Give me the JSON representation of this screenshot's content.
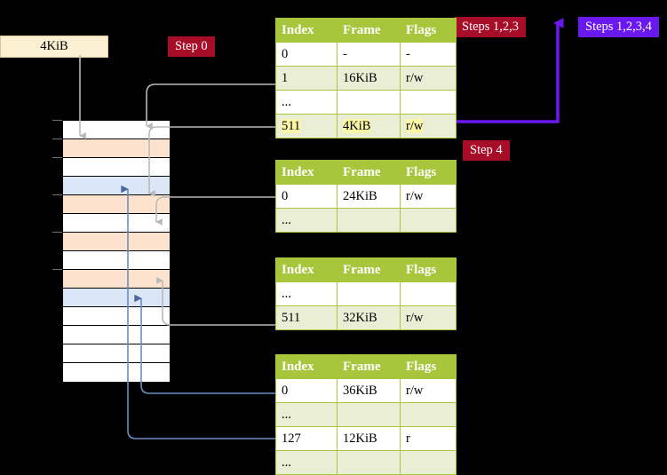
{
  "diagram": {
    "title_hidden": "",
    "background": "#000000",
    "accent_header": "#a8c63c",
    "highlight": "#faf8a8",
    "crimson": "#a80d28",
    "violet": "#6a18f0"
  },
  "labels": {
    "mem_label": "4KiB",
    "step0": "Step 0",
    "step4": "Step 4",
    "steps123": "Steps 1,2,3",
    "steps1234": "Steps 1,2,3,4"
  },
  "tables": [
    {
      "name": "level4-table",
      "headers": [
        "Index",
        "Frame",
        "Flags"
      ],
      "rows": [
        {
          "style": "white",
          "cells": [
            "0",
            "-",
            "-"
          ],
          "highlight": [
            false,
            false,
            false
          ]
        },
        {
          "style": "tint",
          "cells": [
            "1",
            "16KiB",
            "r/w"
          ],
          "highlight": [
            false,
            false,
            false
          ]
        },
        {
          "style": "white",
          "cells": [
            "...",
            "",
            ""
          ],
          "highlight": [
            false,
            false,
            false
          ]
        },
        {
          "style": "tint",
          "cells": [
            "511",
            "4KiB",
            "r/w"
          ],
          "highlight": [
            true,
            true,
            true
          ]
        }
      ]
    },
    {
      "name": "level3-table",
      "headers": [
        "Index",
        "Frame",
        "Flags"
      ],
      "rows": [
        {
          "style": "white",
          "cells": [
            "0",
            "24KiB",
            "r/w"
          ],
          "highlight": [
            false,
            false,
            false
          ]
        },
        {
          "style": "tint",
          "cells": [
            "...",
            "",
            ""
          ],
          "highlight": [
            false,
            false,
            false
          ]
        }
      ]
    },
    {
      "name": "level2-table",
      "headers": [
        "Index",
        "Frame",
        "Flags"
      ],
      "rows": [
        {
          "style": "white",
          "cells": [
            "...",
            "",
            ""
          ],
          "highlight": [
            false,
            false,
            false
          ]
        },
        {
          "style": "tint",
          "cells": [
            "511",
            "32KiB",
            "r/w"
          ],
          "highlight": [
            false,
            false,
            false
          ]
        }
      ]
    },
    {
      "name": "level1-table",
      "headers": [
        "Index",
        "Frame",
        "Flags"
      ],
      "rows": [
        {
          "style": "white",
          "cells": [
            "0",
            "36KiB",
            "r/w"
          ],
          "highlight": [
            false,
            false,
            false
          ]
        },
        {
          "style": "tint",
          "cells": [
            "...",
            "",
            ""
          ],
          "highlight": [
            false,
            false,
            false
          ]
        },
        {
          "style": "white",
          "cells": [
            "127",
            "12KiB",
            "r"
          ],
          "highlight": [
            false,
            false,
            false
          ]
        },
        {
          "style": "tint",
          "cells": [
            "...",
            "",
            ""
          ],
          "highlight": [
            false,
            false,
            false
          ]
        }
      ]
    }
  ],
  "memory_column": {
    "name": "physical-memory-column",
    "rows": [
      {
        "fill": "white"
      },
      {
        "fill": "peach"
      },
      {
        "fill": "white"
      },
      {
        "fill": "blue"
      },
      {
        "fill": "peach"
      },
      {
        "fill": "white"
      },
      {
        "fill": "peach"
      },
      {
        "fill": "white"
      },
      {
        "fill": "peach"
      },
      {
        "fill": "blue"
      },
      {
        "fill": "white"
      },
      {
        "fill": "white"
      },
      {
        "fill": "white"
      },
      {
        "fill": "white"
      }
    ]
  }
}
